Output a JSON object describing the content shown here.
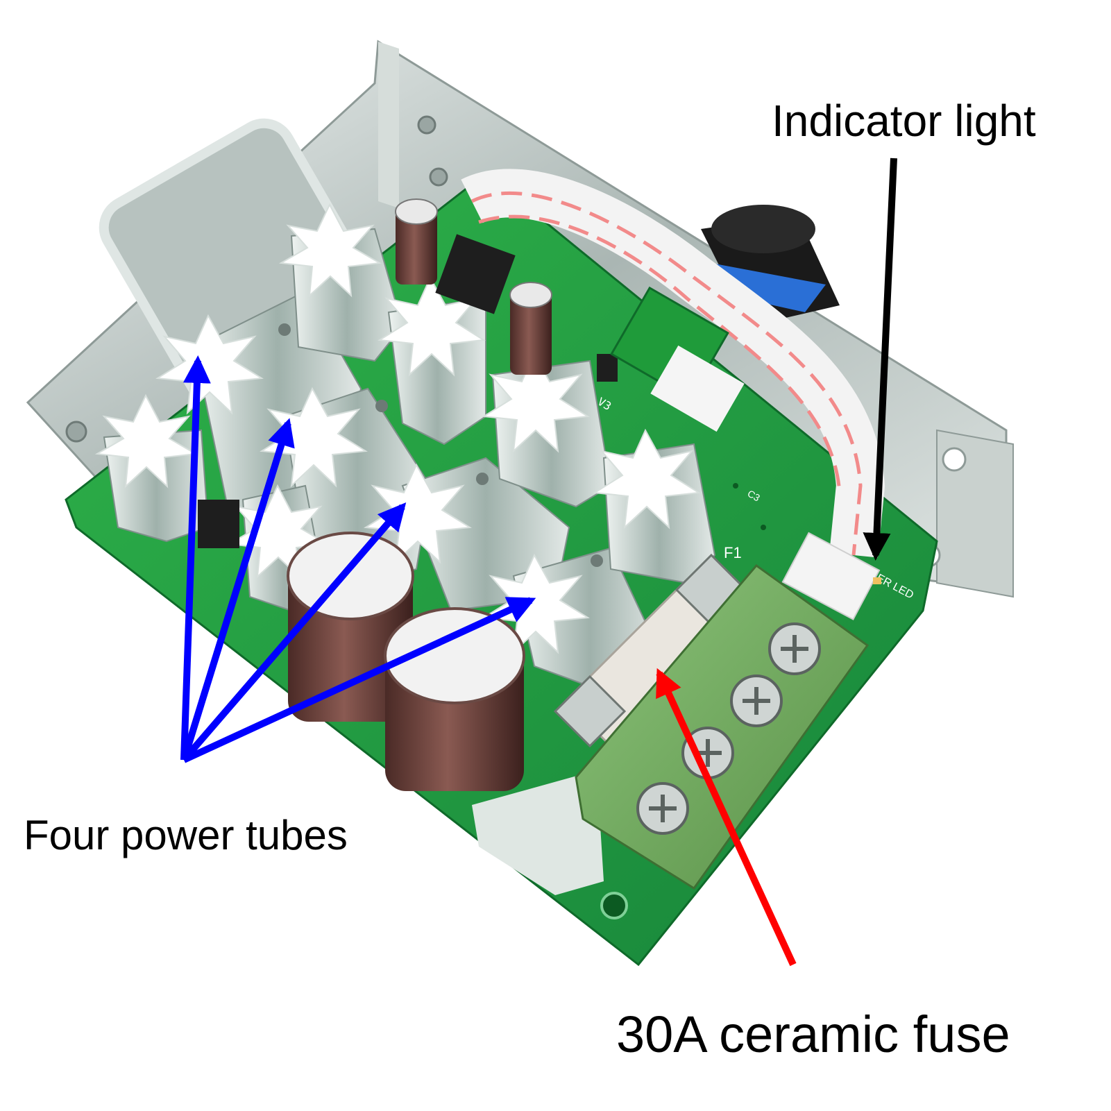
{
  "labels": {
    "indicator_light": "Indicator light",
    "power_tubes": "Four power tubes",
    "fuse": "30A ceramic fuse"
  },
  "board_silkscreen": {
    "fuse_ref": "F1",
    "led_label": "ER LED",
    "c_ref": "C3",
    "v_ref": "V3"
  },
  "colors": {
    "pcb": "#1f9b3a",
    "heatsink": "#c9d2cf",
    "terminal_block": "#6fa55a",
    "arrow_power_tubes": "#0000ff",
    "arrow_fuse": "#ff0000",
    "arrow_indicator": "#000000"
  },
  "icons": [
    "heatsink-icon",
    "capacitor-icon",
    "potentiometer-knob-icon",
    "ribbon-cable-icon",
    "ceramic-fuse-icon",
    "terminal-screw-icon"
  ]
}
